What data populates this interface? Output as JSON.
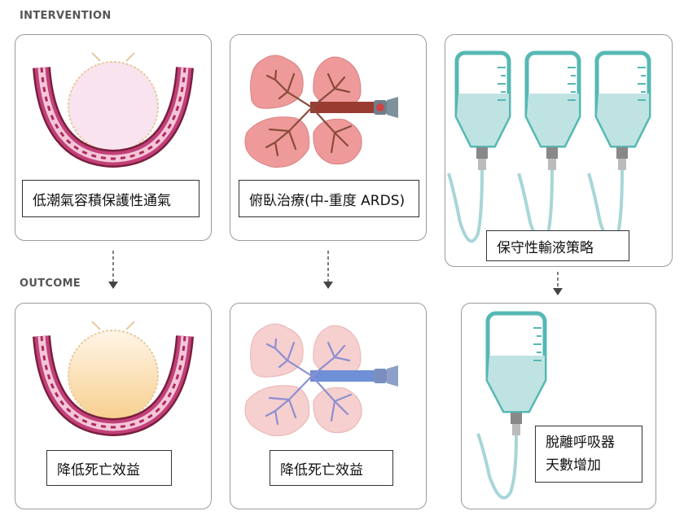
{
  "labels": {
    "intervention": "INTERVENTION",
    "outcome": "OUTCOME"
  },
  "interventions": {
    "tidal_volume": "低潮氣容積保護性通氣",
    "prone": "俯臥治療(中-重度 ARDS)",
    "fluid": "保守性輸液策略"
  },
  "outcomes": {
    "mortality_1": "降低死亡效益",
    "mortality_2": "降低死亡效益",
    "ventilator_line1": "脫離呼吸器",
    "ventilator_line2": "天數增加"
  },
  "icons": {
    "alveolus": "alveolus-icon",
    "lungs": "lungs-icon",
    "iv_bag": "iv-bag-icon",
    "arrow": "dashed-arrow-down-icon"
  },
  "colors": {
    "vessel": "#b0285e",
    "vessel_inner": "#f4c6d8",
    "lung_pink": "#ef9a9a",
    "lung_faded": "#f6cfcf",
    "bronchi_brown": "#8a4b3a",
    "bronchi_purple": "#8d8fd0",
    "trachea_blue": "#6f8fd6",
    "iv_teal": "#56b8b3",
    "iv_fluid": "#bfe3e2",
    "tube": "#a9d5d8"
  }
}
